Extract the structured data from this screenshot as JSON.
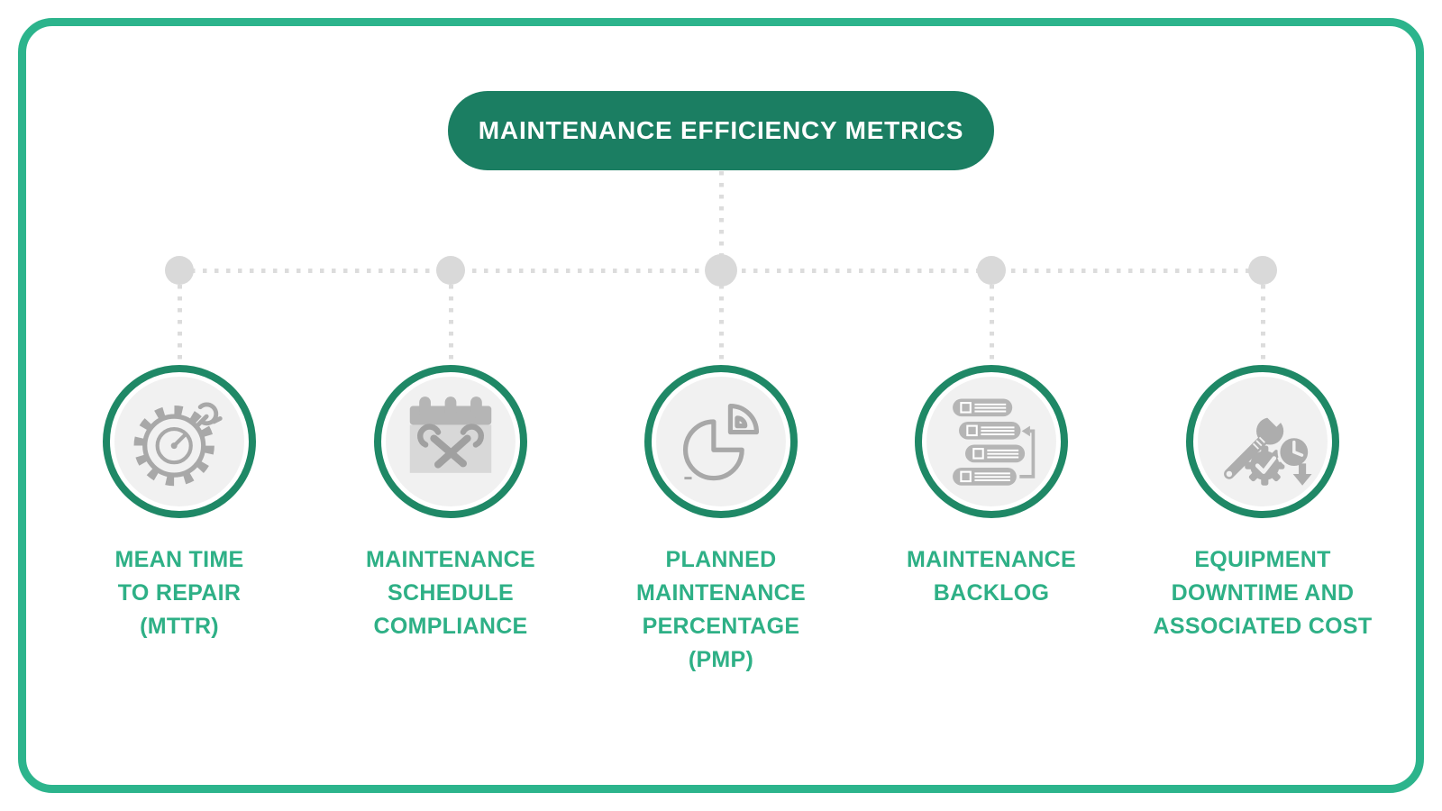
{
  "title": "MAINTENANCE EFFICIENCY METRICS",
  "colors": {
    "frame_border": "#2cb48c",
    "banner_background": "#1b7e62",
    "banner_text": "#ffffff",
    "node_ring": "#1f8866",
    "node_disc": "#f1f1f1",
    "label_text": "#2eb086",
    "connector": "#dcdcdc",
    "icon_gray": "#a8a8a8"
  },
  "nodes": [
    {
      "icon": "gear-gauge-wrench-icon",
      "label": "MEAN TIME\nTO REPAIR\n(MTTR)"
    },
    {
      "icon": "calendar-tools-icon",
      "label": "MAINTENANCE\nSCHEDULE\nCOMPLIANCE"
    },
    {
      "icon": "pie-chart-icon",
      "label": "PLANNED\nMAINTENANCE\nPERCENTAGE\n(PMP)"
    },
    {
      "icon": "task-backlog-loop-icon",
      "label": "MAINTENANCE\nBACKLOG"
    },
    {
      "icon": "wrench-gear-clock-icon",
      "label": "EQUIPMENT\nDOWNTIME AND\nASSOCIATED COST"
    }
  ]
}
